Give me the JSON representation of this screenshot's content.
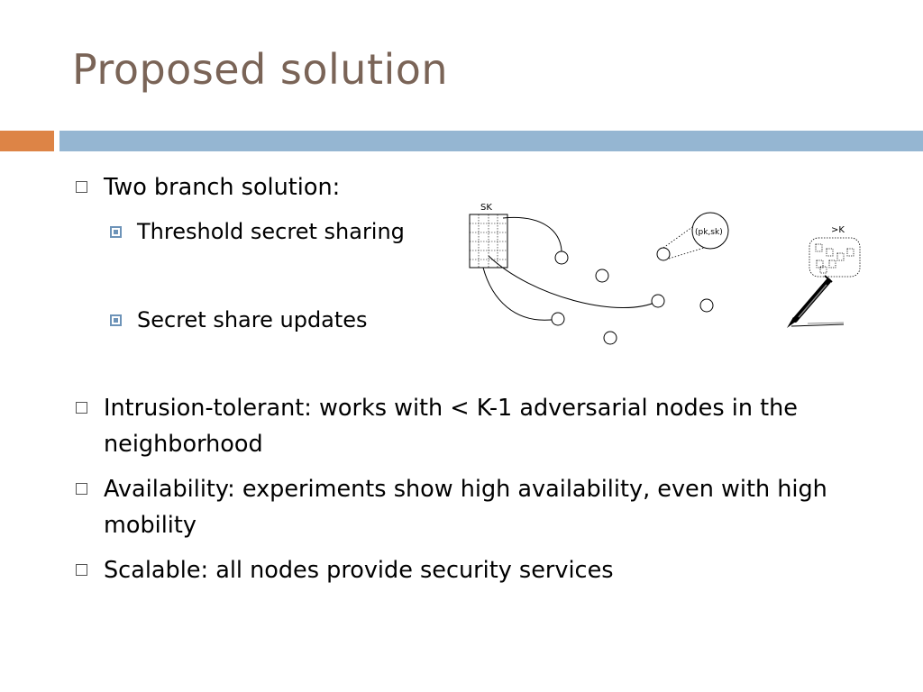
{
  "slide": {
    "title": "Proposed solution",
    "accent_colors": {
      "title": "#7a6457",
      "left_bar": "#dd8446",
      "right_bar": "#95b6d2",
      "sub_marker": "#6d93b8"
    }
  },
  "bullets": [
    {
      "text": "Two branch solution:",
      "children": [
        {
          "text": "Threshold secret sharing"
        },
        {
          "text": "Secret share updates"
        }
      ]
    },
    {
      "text": "Intrusion-tolerant: works with < K-1 adversarial nodes in the neighborhood"
    },
    {
      "text": "Availability: experiments show high availability, even with high mobility"
    },
    {
      "text": "Scalable: all nodes provide security services"
    }
  ],
  "diagram": {
    "matrix_label": "SK",
    "keypair_label": "(pk,sk)",
    "signer_label": ">K"
  }
}
